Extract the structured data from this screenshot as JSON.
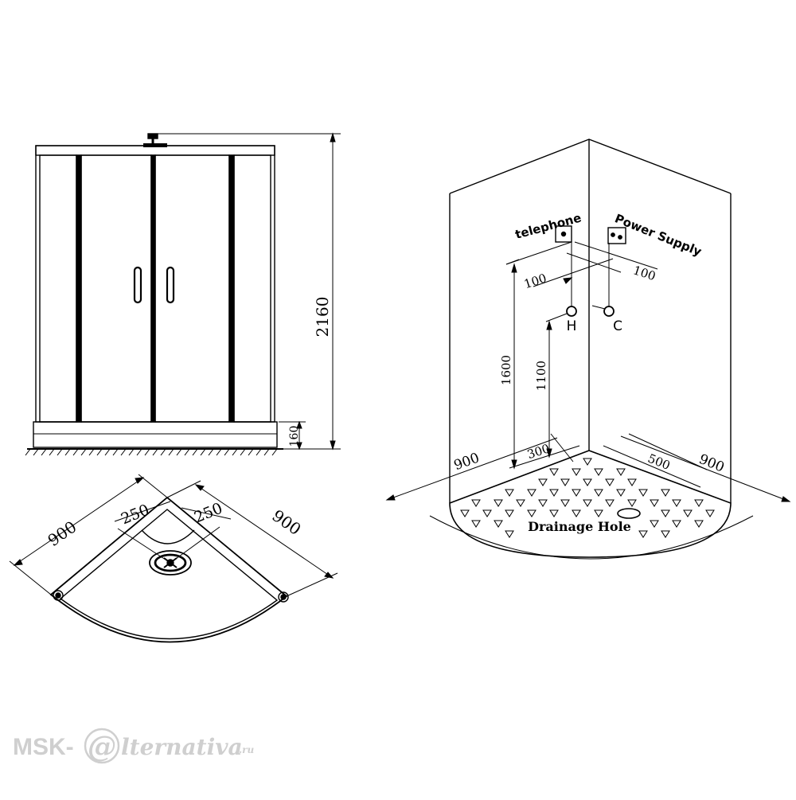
{
  "front_view": {
    "height_dim": "2160",
    "tray_height_dim": "160"
  },
  "top_view": {
    "side_left_dim": "900",
    "side_right_dim": "900",
    "drain_left_dim": "250",
    "drain_right_dim": "250"
  },
  "iso_view": {
    "telephone_label": "telephone",
    "power_label": "Power Supply",
    "offset_left_dim": "100",
    "offset_right_dim": "100",
    "hot_label": "H",
    "cold_label": "C",
    "outlet_height_dim": "1600",
    "valve_height_dim": "1100",
    "drain_offset_dim": "300",
    "drain_depth_dim": "500",
    "base_left_dim": "900",
    "base_right_dim": "900",
    "drainage_label": "Drainage Hole"
  },
  "watermark": {
    "prefix": "MSK-",
    "at_symbol": "@",
    "suffix": "lternativa",
    "tld": ".ru"
  },
  "colors": {
    "line": "#000000",
    "watermark": "#cfcfcf",
    "background": "#ffffff"
  }
}
